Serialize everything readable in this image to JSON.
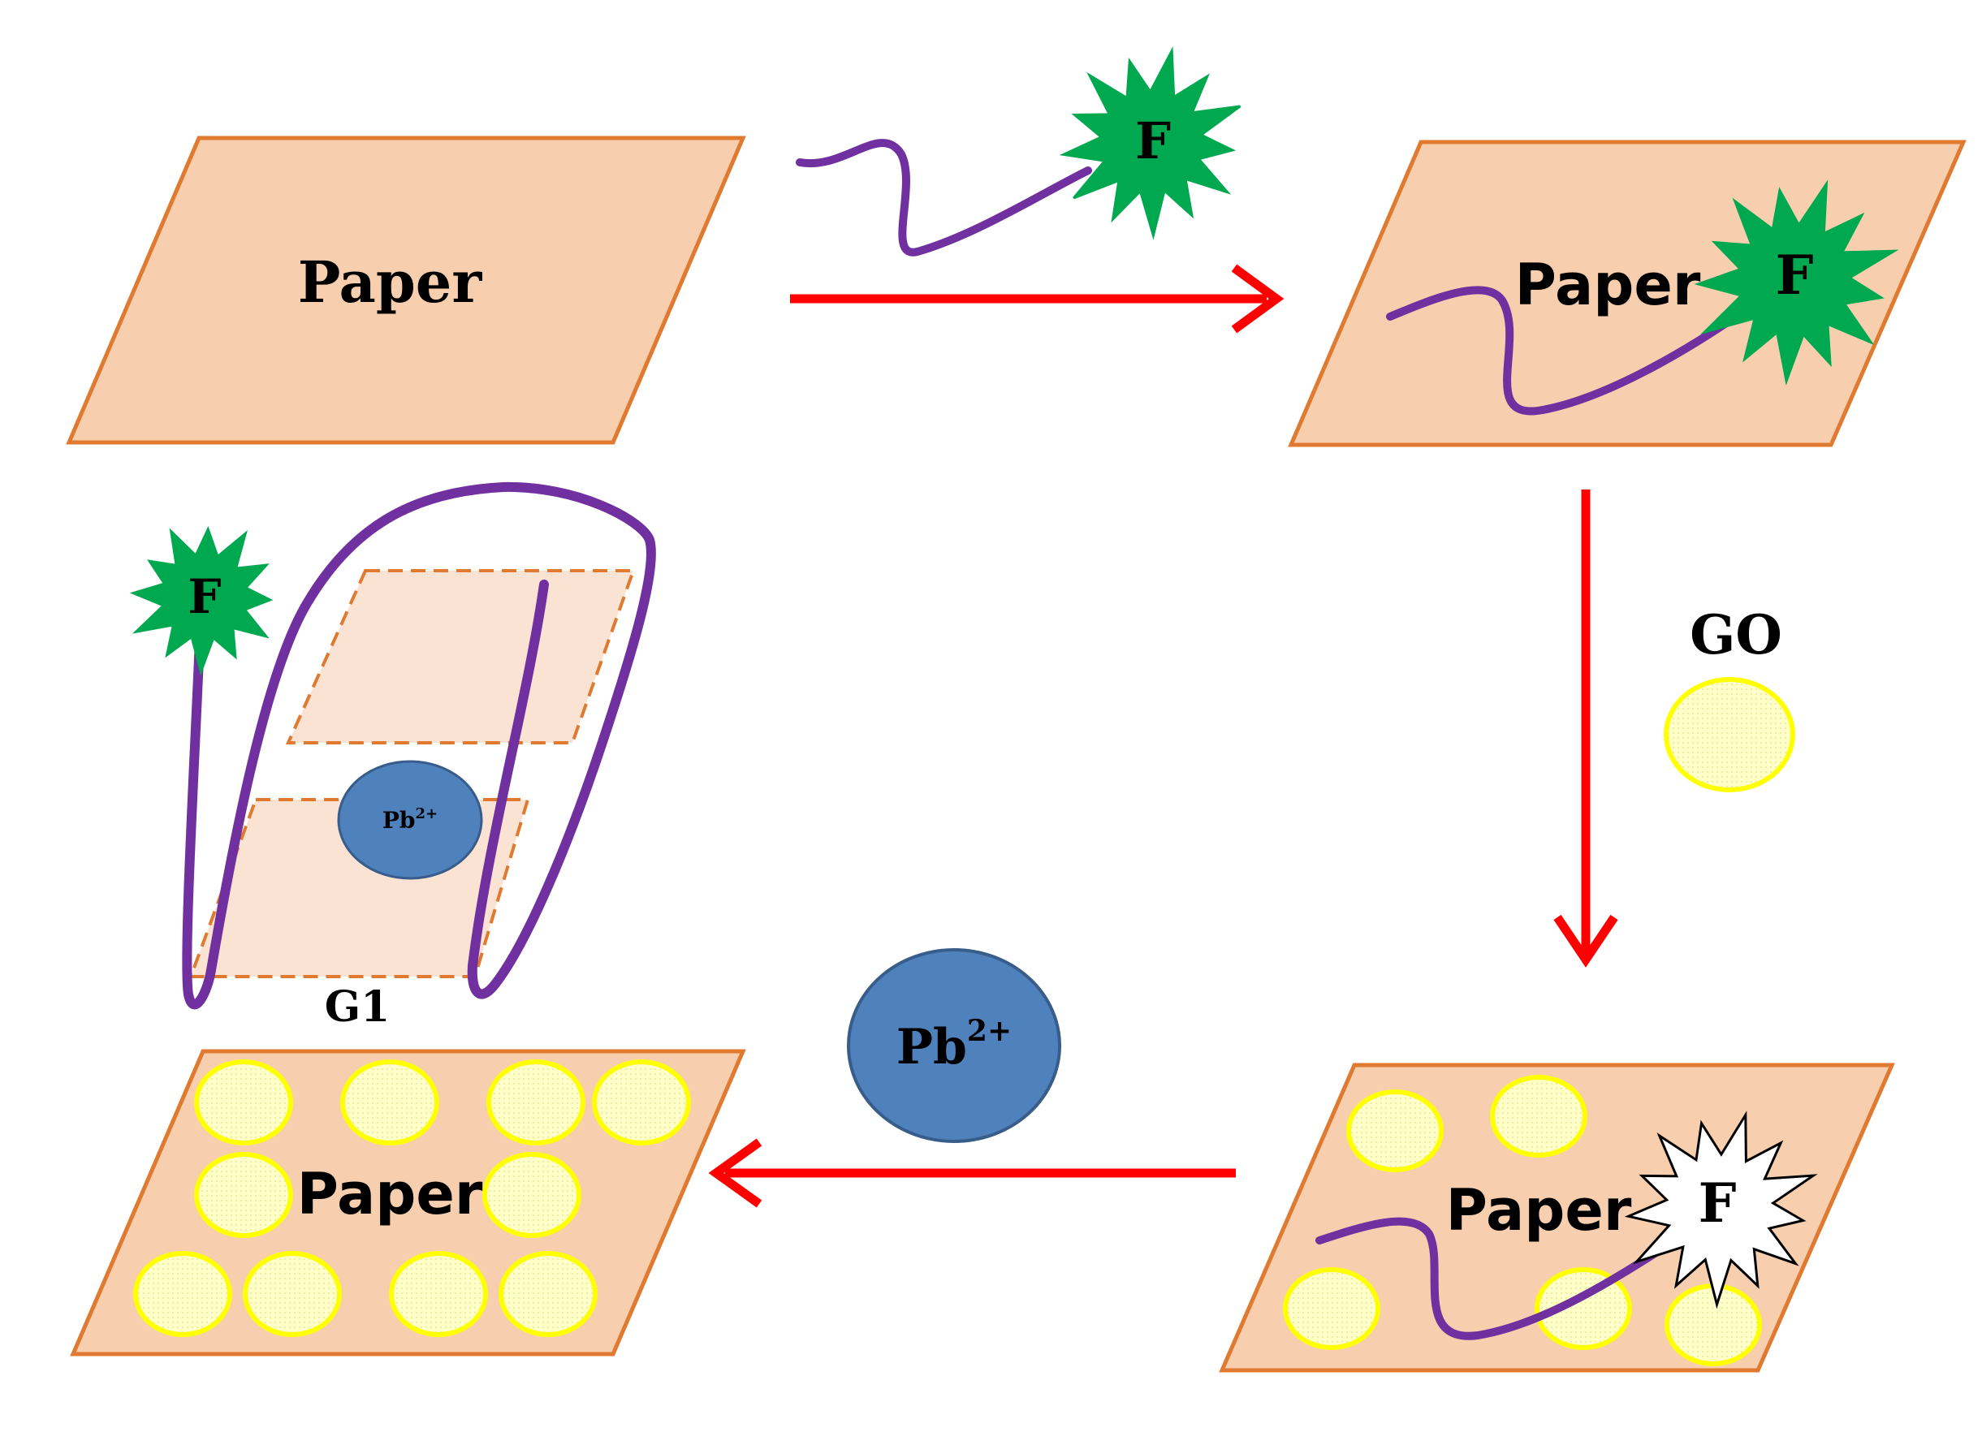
{
  "labels": {
    "paper_1": "Paper",
    "paper_2": "Paper",
    "paper_3": "Paper",
    "paper_4": "Paper",
    "fluor": "F",
    "go": "GO",
    "pb_ion": "Pb",
    "pb_charge": "2+",
    "g1": "G1"
  },
  "colors": {
    "paper_fill": "#F8CFAE",
    "paper_stroke": "#E07A30",
    "paper_light_fill": "#FBE3D3",
    "dna_strand": "#7030A0",
    "fluor_on": "#00A84F",
    "fluor_off": "#FFFFFF",
    "go_fill": "#FFFFCC",
    "go_stroke": "#FFFF00",
    "pb_fill": "#4F81BD",
    "pb_stroke": "#385D8A",
    "arrow": "#FF0000"
  }
}
